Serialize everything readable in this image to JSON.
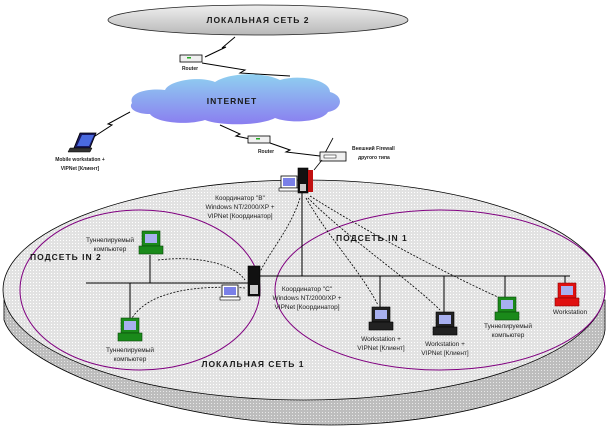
{
  "diagram": {
    "networks": {
      "lan2": "ЛОКАЛЬНАЯ СЕТЬ 2",
      "internet": "INTERNET",
      "lan1": "ЛОКАЛЬНАЯ СЕТЬ 1"
    },
    "subnets": {
      "in1": "ПОДСЕТЬ IN 1",
      "in2": "ПОДСЕТЬ IN 2"
    },
    "devices": {
      "router_top": "Router",
      "router_bottom": "Router",
      "mobile": [
        "Mobile workstation +",
        "VIPNet [Клиент]"
      ],
      "firewall": [
        "Внешний Firewall",
        "другого типа"
      ],
      "coord_b": [
        "Координатор \"B\"",
        "Windows NT/2000/XP +",
        "VIPNet [Координатор]"
      ],
      "coord_c": [
        "Координатор \"C\"",
        "Windows NT/2000/XP +",
        "VIPNet [Координатор]"
      ],
      "tunnel_top_in2": [
        "Туннелируемый",
        "компьютер"
      ],
      "tunnel_bottom_in2": [
        "Туннелируемый",
        "компьютер"
      ],
      "ws1": [
        "Workstation +",
        "VIPNet [Клиент]"
      ],
      "ws2": [
        "Workstation +",
        "VIPNet [Клиент]"
      ],
      "tunnel_in1": [
        "Туннелируемый",
        "компьютер"
      ],
      "ws_plain": "Workstation"
    },
    "colors": {
      "cloud": "#8fa8f0",
      "subnet_outline": "#800080",
      "tunneled_pc": "#1a8a1a",
      "workstation_red": "#e01010",
      "disk_top": "#e4e4e4",
      "disk_side": "#c4c4c4"
    }
  }
}
